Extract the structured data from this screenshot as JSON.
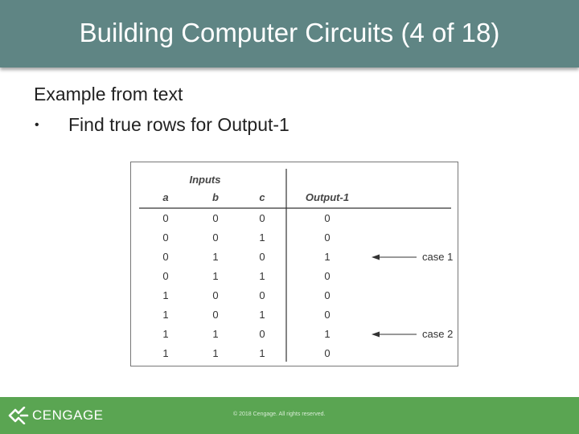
{
  "slide": {
    "title": "Building Computer Circuits (4 of 18)",
    "line1": "Example from text",
    "bullet": "•",
    "line2": "Find true rows for Output-1"
  },
  "figure": {
    "group_header": "Inputs",
    "columns": [
      "a",
      "b",
      "c",
      "Output-1"
    ],
    "rows": [
      [
        "0",
        "0",
        "0",
        "0"
      ],
      [
        "0",
        "0",
        "1",
        "0"
      ],
      [
        "0",
        "1",
        "0",
        "1"
      ],
      [
        "0",
        "1",
        "1",
        "0"
      ],
      [
        "1",
        "0",
        "0",
        "0"
      ],
      [
        "1",
        "0",
        "1",
        "0"
      ],
      [
        "1",
        "1",
        "0",
        "1"
      ],
      [
        "1",
        "1",
        "1",
        "0"
      ]
    ],
    "annotations": [
      {
        "row": 2,
        "label": "case 1"
      },
      {
        "row": 6,
        "label": "case 2"
      }
    ]
  },
  "footer": {
    "logo_text": "CENGAGE",
    "logo_icon": "cengage-logo-icon",
    "copyright": "© 2018 Cengage. All rights reserved."
  },
  "colors": {
    "title_bar": "#5f8584",
    "footer_bar": "#5aa552"
  }
}
